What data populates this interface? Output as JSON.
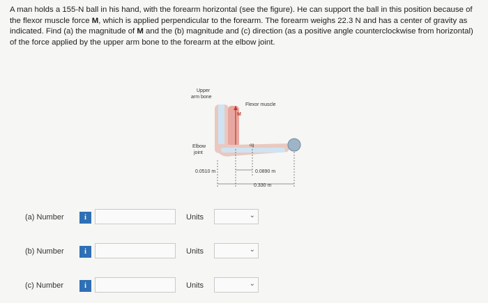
{
  "problem": {
    "part1": "A man holds a 155-N ball in his hand, with the forearm horizontal (see the figure). He can support the ball in this position because of the flexor muscle force ",
    "vec1": "M",
    "part2": ", which is applied perpendicular to the forearm. The forearm weighs 22.3 N and has a center of gravity as indicated. Find (a) the magnitude of ",
    "vec2": "M",
    "part3": " and the (b) magnitude and (c) direction (as a positive angle counterclockwise from horizontal) of the force applied by the upper arm bone to the forearm at the elbow joint."
  },
  "figure": {
    "upper_arm_label_1": "Upper",
    "upper_arm_label_2": "arm bone",
    "flexor_label": "Flexor muscle",
    "m_label": "M",
    "elbow_label_1": "Elbow",
    "elbow_label_2": "joint",
    "cg_label": "cg",
    "dim_1": "0.0510 m",
    "dim_2": "0.0890 m",
    "dim_3": "0.330 m"
  },
  "rows": [
    {
      "label": "(a)   Number",
      "info": "i",
      "units_label": "Units"
    },
    {
      "label": "(b)   Number",
      "info": "i",
      "units_label": "Units"
    },
    {
      "label": "(c)   Number",
      "info": "i",
      "units_label": "Units"
    }
  ],
  "colors": {
    "info_badge": "#2f6fb5"
  }
}
